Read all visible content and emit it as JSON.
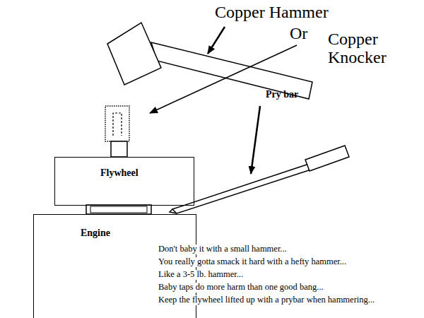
{
  "diagram": {
    "nodes": [
      {
        "text": [
          "Flywheel"
        ]
      },
      {
        "text": [
          "Engine"
        ]
      }
    ],
    "labels": [
      "Copper Hammer",
      "Or",
      "Copper Knocker",
      "Pry bar",
      "Don't baby it with a small hammer...",
      "You really gotta smack it hard with a hefty hammer...",
      "Like a 3-5 lb. hammer...",
      "Baby taps do more harm than one good bang...",
      "Keep the flywheel lifted up with a prybar when hammering..."
    ]
  }
}
